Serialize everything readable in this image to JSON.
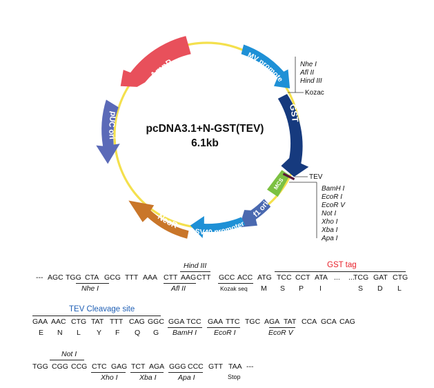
{
  "plasmid": {
    "name": "pcDNA3.1+N-GST(TEV)",
    "size": "6.1kb",
    "features": [
      {
        "label": "AmpR",
        "color": "#e8505b"
      },
      {
        "label": "CMV promoter",
        "color": "#1e90d6"
      },
      {
        "label": "GST",
        "color": "#163a7e"
      },
      {
        "label": "pUC ori",
        "color": "#5b6ab8"
      },
      {
        "label": "MCS",
        "color": "#7cc142"
      },
      {
        "label": "f1 ori",
        "color": "#4a69b0"
      },
      {
        "label": "SV40 promoter",
        "color": "#1e90d6"
      },
      {
        "label": "NeoR",
        "color": "#c9762a"
      }
    ],
    "backbone_color": "#f4e04d",
    "tev_marker_color": "#5a1a3a",
    "top_sites": [
      "Nhe I",
      "Afl II",
      "Hind III"
    ],
    "kozac_label": "Kozac",
    "tev_label": "TEV",
    "mcs_sites": [
      "BamH I",
      "EcoR I",
      "EcoR V",
      "Not I",
      "Xho I",
      "Xba I",
      "Apa I"
    ]
  },
  "sequence": {
    "gst_tag_label": "GST tag",
    "gst_tag_color": "#e8202a",
    "tev_label": "TEV Cleavage site",
    "tev_color": "#1f5fb5",
    "row1": {
      "codons": [
        "---",
        "AGC",
        "TGG",
        "CTA",
        "GCG",
        "TTT",
        "AAA",
        "CTT",
        "AAG",
        "CTT",
        "GCC",
        "ACC",
        "ATG",
        "TCC",
        "CCT",
        "ATA",
        "...",
        "...",
        "TCG",
        "GAT",
        "CTG"
      ],
      "aa": [
        "M",
        "S",
        "P",
        "I",
        "S",
        "D",
        "L"
      ],
      "site_hind": "Hind III",
      "site_nhe": "Nhe I",
      "site_afl": "Afl II",
      "kozak": "Kozak seq"
    },
    "row2": {
      "codons": [
        "GAA",
        "AAC",
        "CTG",
        "TAT",
        "TTT",
        "CAG",
        "GGC",
        "GGA",
        "TCC",
        "GAA",
        "TTC",
        "TGC",
        "AGA",
        "TAT",
        "CCA",
        "GCA",
        "CAG"
      ],
      "aa": [
        "E",
        "N",
        "L",
        "Y",
        "F",
        "Q",
        "G"
      ],
      "site_bam": "BamH I",
      "site_ecori": "EcoR I",
      "site_ecorv": "EcoR V"
    },
    "row3": {
      "codons": [
        "TGG",
        "CGG",
        "CCG",
        "CTC",
        "GAG",
        "TCT",
        "AGA",
        "GGG",
        "CCC",
        "GTT",
        "TAA",
        "---"
      ],
      "site_not": "Not I",
      "site_xho": "Xho I",
      "site_xba": "Xba I",
      "site_apa": "Apa I",
      "stop": "Stop"
    }
  }
}
